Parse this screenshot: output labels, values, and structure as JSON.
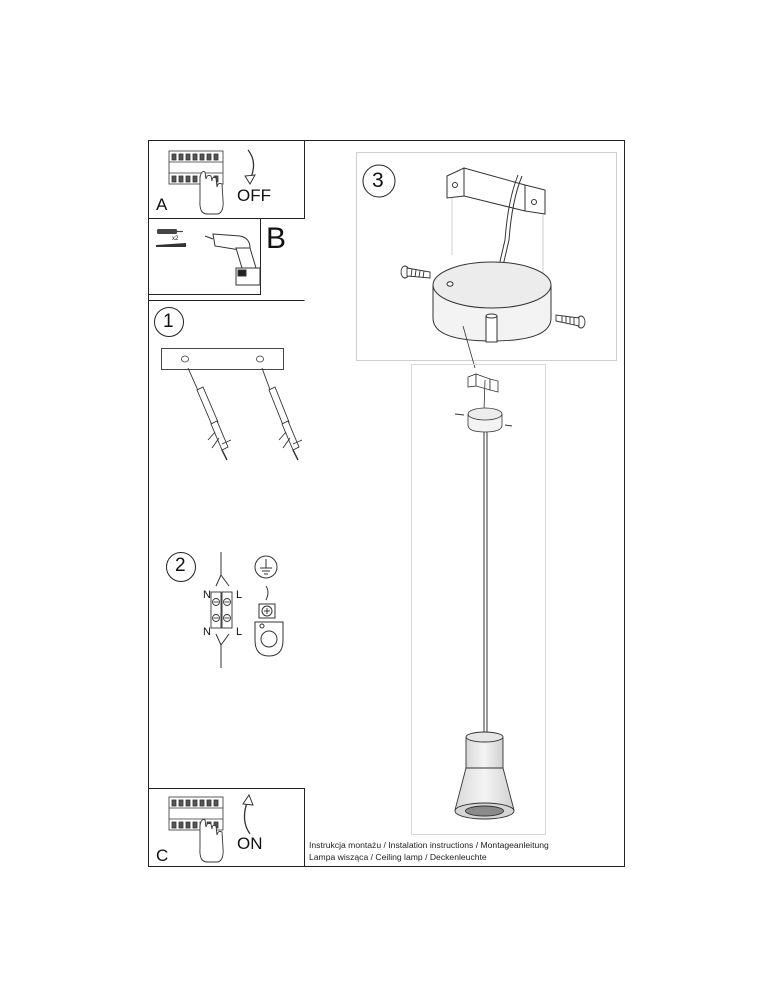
{
  "steps": {
    "A": {
      "letter": "A",
      "action": "OFF"
    },
    "B": {
      "letter": "B",
      "count_label": "x2"
    },
    "C": {
      "letter": "C",
      "action": "ON"
    },
    "s1": {
      "number": "1"
    },
    "s2": {
      "number": "2",
      "left_top": "N",
      "right_top": "L",
      "left_bottom": "N",
      "right_bottom": "L"
    },
    "s3": {
      "number": "3"
    }
  },
  "footer": {
    "line1": "Instrukcja montażu / Instalation instructions / Montageanleitung",
    "line2": "Lampa wisząca / Ceiling lamp / Deckenleuchte"
  },
  "icons": [
    "switch-panel-icon",
    "hand-icon",
    "curved-arrow-icon",
    "wall-plug-icon",
    "screw-icon",
    "drill-icon",
    "ground-symbol-icon",
    "terminal-block-icon",
    "ceiling-bracket-icon",
    "canopy-icon",
    "pendant-shade-icon"
  ]
}
